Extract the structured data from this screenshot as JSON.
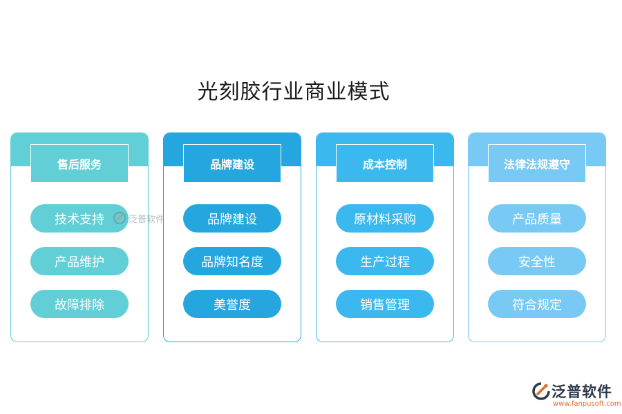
{
  "title": "光刻胶行业商业模式",
  "columns": [
    {
      "header": "售后服务",
      "items": [
        "技术支持",
        "产品维护",
        "故障排除"
      ],
      "color": "#62cfd6"
    },
    {
      "header": "品牌建设",
      "items": [
        "品牌建设",
        "品牌知名度",
        "美誉度"
      ],
      "color": "#26a6df"
    },
    {
      "header": "成本控制",
      "items": [
        "原材料采购",
        "生产过程",
        "销售管理"
      ],
      "color": "#3bb8ee"
    },
    {
      "header": "法律法规遵守",
      "items": [
        "产品质量",
        "安全性",
        "符合规定"
      ],
      "color": "#78c9f3"
    }
  ],
  "watermark": {
    "text": "泛普软件"
  },
  "logo": {
    "name": "泛普软件",
    "url": "www.fanpusoft.com"
  }
}
